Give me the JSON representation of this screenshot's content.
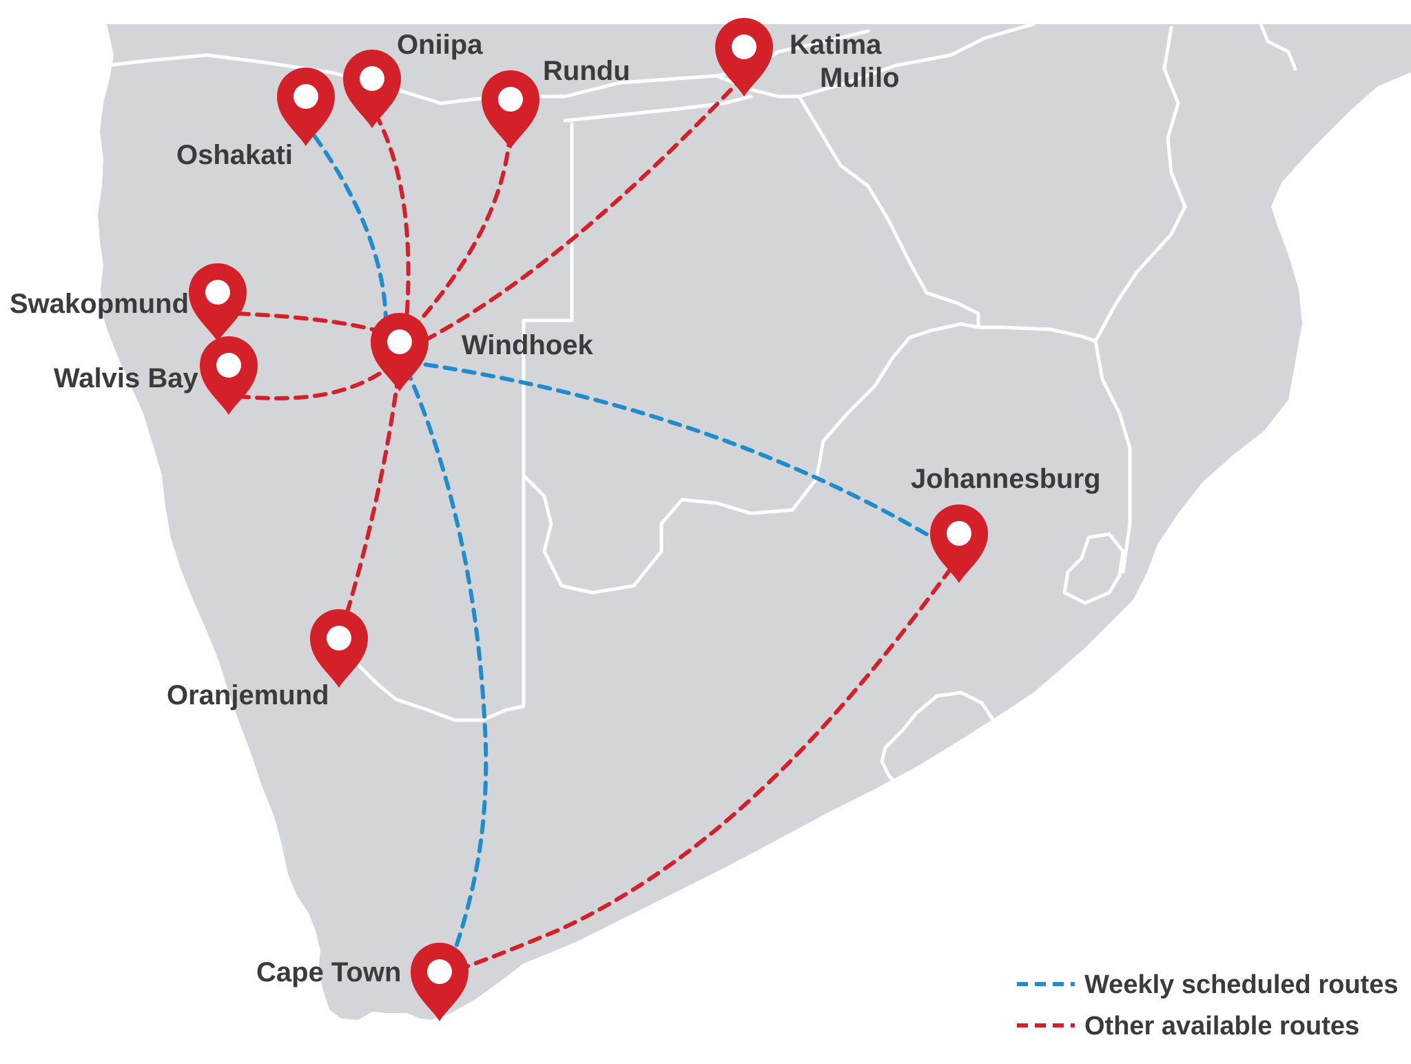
{
  "colors": {
    "land": "#d4d5d8",
    "border": "#ffffff",
    "weekly": "#1f8dcc",
    "other": "#d42028",
    "pin": "#d42028",
    "label": "#3b3b3b"
  },
  "cities": {
    "oshakati": "Oshakati",
    "oniipa": "Oniipa",
    "rundu": "Rundu",
    "katima_line1": "Katima",
    "katima_line2": "Mulilo",
    "swakopmund": "Swakopmund",
    "walvis_bay": "Walvis Bay",
    "windhoek": "Windhoek",
    "johannesburg": "Johannesburg",
    "oranjemund": "Oranjemund",
    "cape_town": "Cape Town"
  },
  "routes": {
    "weekly": [
      "Oshakati – Windhoek",
      "Windhoek – Johannesburg",
      "Windhoek – Cape Town"
    ],
    "other": [
      "Oniipa – Windhoek",
      "Rundu – Windhoek",
      "Katima Mulilo – Windhoek",
      "Swakopmund – Windhoek",
      "Walvis Bay – Windhoek",
      "Windhoek – Oranjemund",
      "Johannesburg – Cape Town"
    ]
  },
  "legend": {
    "weekly": "Weekly scheduled routes",
    "other": "Other available routes"
  },
  "icons": {
    "pin": "map-pin-icon"
  }
}
